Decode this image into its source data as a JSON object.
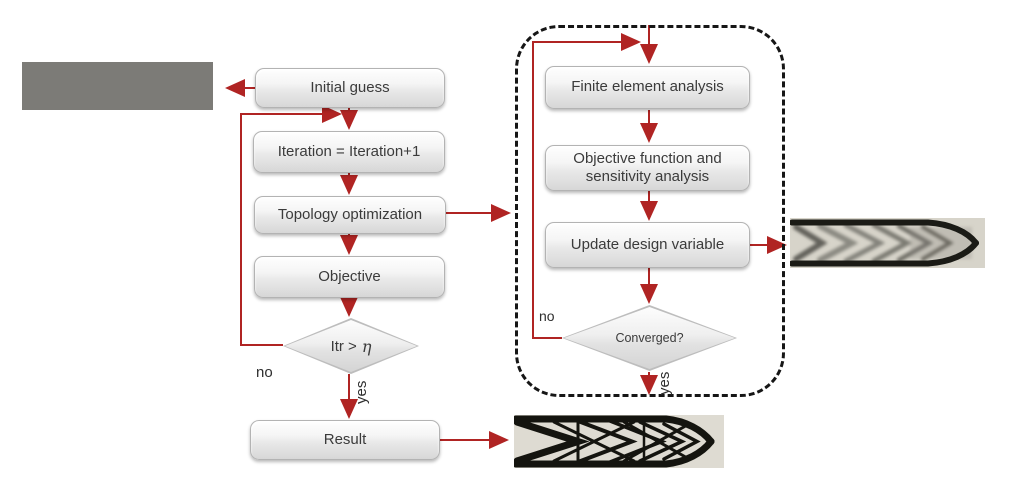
{
  "nodes": {
    "initial_guess": "Initial guess",
    "iteration": "Iteration = Iteration+1",
    "topology_optimization": "Topology optimization",
    "objective": "Objective",
    "itr_decision_prefix": "Itr >",
    "itr_decision_eta": "η",
    "result": "Result",
    "fea": "Finite element analysis",
    "objective_sensitivity": "Objective function and sensitivity analysis",
    "update_design": "Update design variable",
    "converged": "Converged?"
  },
  "edge_labels": {
    "main_no": "no",
    "main_yes": "yes",
    "sub_no": "no",
    "sub_yes": "yes"
  },
  "colors": {
    "arrow_red": "#b02423",
    "dashed_border": "#161616",
    "design_domain_gray": "#7c7b77",
    "image_background": "#d8d5cb",
    "structure_black": "#16160f"
  },
  "icons": {
    "design_domain": "gray-design-domain-rectangle",
    "intermediate_result": "grayscale-intermediate-topology-image",
    "final_result": "optimized-topology-image"
  }
}
